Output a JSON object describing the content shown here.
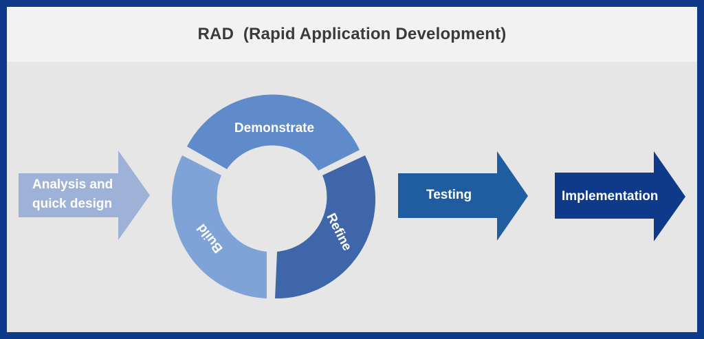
{
  "title": "RAD  (Rapid Application Development)",
  "steps": {
    "analysis": {
      "line1": "Analysis and",
      "line2": "quick design"
    },
    "testing": "Testing",
    "implementation": "Implementation"
  },
  "cycle": {
    "demonstrate": "Demonstrate",
    "refine": "Refine",
    "build": "Build"
  },
  "colors": {
    "border": "#0f3a8a",
    "background": "#e6e6e6",
    "title_bar": "#f2f2f2",
    "analysis_arrow": "#9db2d6",
    "demonstrate_segment": "#5f8bca",
    "refine_segment": "#3e66a8",
    "build_segment": "#7fa3d6",
    "testing_arrow": "#1f5da0",
    "implementation_arrow": "#0f3a8a"
  }
}
